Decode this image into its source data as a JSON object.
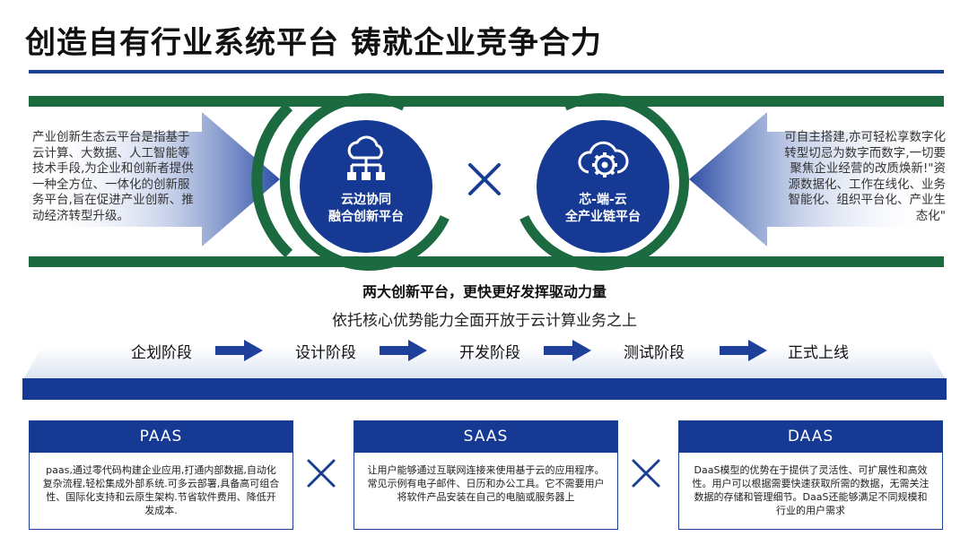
{
  "title": "创造自有行业系统平台  铸就企业竞争合力",
  "left_text": "产业创新生态云平台是指基于云计算、大数据、人工智能等技术手段,为企业和创新者提供一种全方位、一体化的创新服务平台,旨在促进产业创新、推动经济转型升级。",
  "right_text": "可自主搭建,亦可轻松享数字化转型切忌为数字而数字,一切要聚焦企业经营的改质焕新!\"资源数据化、工作在线化、业务智能化、组织平台化、产业生态化\"",
  "platform_left": {
    "line1": "云边协同",
    "line2": "融合创新平台",
    "icon": "cloud-network-icon"
  },
  "platform_right": {
    "line1": "芯-端-云",
    "line2": "全产业链平台",
    "icon": "cloud-gear-icon"
  },
  "tagline_bold": "两大创新平台，更快更好发挥驱动力量",
  "tagline_sub": "依托核心优势能力全面开放于云计算业务之上",
  "stages": [
    "企划阶段",
    "设计阶段",
    "开发阶段",
    "测试阶段",
    "正式上线"
  ],
  "cards": [
    {
      "title": "PAAS",
      "body": "paas,通过零代码构建企业应用,打通内部数据,自动化复杂流程,轻松集成外部系统.可多云部署,具备高可组合性、国际化支持和云原生架构.节省软件费用、降低开发成本."
    },
    {
      "title": "SAAS",
      "body": "让用户能够通过互联网连接来使用基于云的应用程序。常见示例有电子邮件、日历和办公工具。它不需要用户将软件产品安装在自己的电脑或服务器上"
    },
    {
      "title": "DAAS",
      "body": "DaaS模型的优势在于提供了灵活性、可扩展性和高效性。用户可以根据需要快速获取所需的数据，无需关注数据的存储和管理细节。DaaS还能够满足不同规模和行业的用户需求"
    }
  ],
  "colors": {
    "navy": "#163a94",
    "green": "#1c6a3f",
    "arrow_blue": "#2f4fa6"
  }
}
